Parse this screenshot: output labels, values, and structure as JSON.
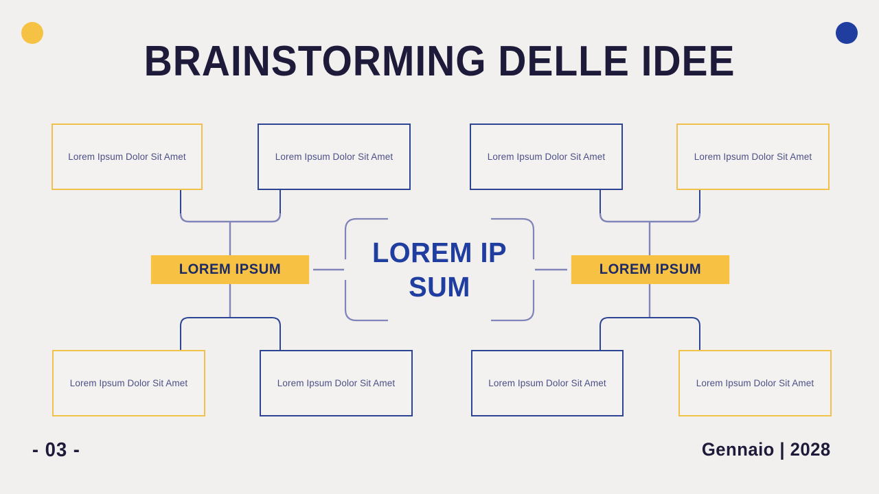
{
  "slide": {
    "title": "BRAINSTORMING DELLE IDEE",
    "background_color": "#f2f0ee"
  },
  "decor": {
    "circle_left": {
      "name": "yellow-dot",
      "color": "#f6c244"
    },
    "circle_right": {
      "name": "blue-dot",
      "color": "#1f3ea0"
    }
  },
  "colors": {
    "navy": "#1e1b3a",
    "blue": "#1f3ea0",
    "blue_border": "#2b4494",
    "gold": "#f7c244",
    "gold_border": "#f2c14a",
    "connector": "#7b7cb0",
    "connector_dark": "#2b4494",
    "body_text": "#4a4f86"
  },
  "center": {
    "label": "LOREM IPSUM"
  },
  "branches": [
    {
      "id": "left",
      "label": "LOREM IPSUM"
    },
    {
      "id": "right",
      "label": "LOREM IPSUM"
    }
  ],
  "leaves": {
    "top": [
      {
        "id": "t1",
        "label": "Lorem Ipsum Dolor Sit Amet",
        "accent": "gold"
      },
      {
        "id": "t2",
        "label": "Lorem Ipsum Dolor Sit Amet",
        "accent": "blue"
      },
      {
        "id": "t3",
        "label": "Lorem Ipsum Dolor Sit Amet",
        "accent": "blue"
      },
      {
        "id": "t4",
        "label": "Lorem Ipsum Dolor Sit Amet",
        "accent": "gold"
      }
    ],
    "bottom": [
      {
        "id": "b1",
        "label": "Lorem Ipsum Dolor Sit Amet",
        "accent": "gold"
      },
      {
        "id": "b2",
        "label": "Lorem Ipsum Dolor Sit Amet",
        "accent": "blue"
      },
      {
        "id": "b3",
        "label": "Lorem Ipsum Dolor Sit Amet",
        "accent": "blue"
      },
      {
        "id": "b4",
        "label": "Lorem Ipsum Dolor Sit Amet",
        "accent": "gold"
      }
    ]
  },
  "footer": {
    "page": "- 03 -",
    "date": "Gennaio | 2028"
  }
}
